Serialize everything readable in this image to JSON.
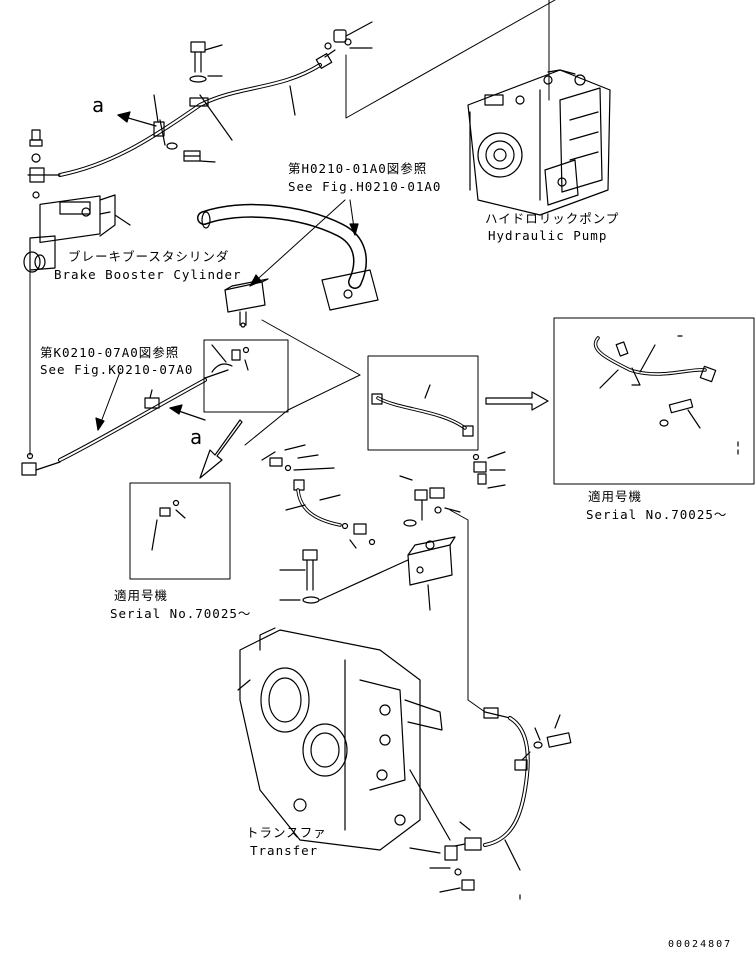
{
  "labels": {
    "ref_h0210_ja": "第H0210-01A0図参照",
    "ref_h0210_en": "See Fig.H0210-01A0",
    "hydraulic_pump_ja": "ハイドロリックポンプ",
    "hydraulic_pump_en": "Hydraulic Pump",
    "brake_booster_ja": "ブレーキブースタシリンダ",
    "brake_booster_en": "Brake Booster Cylinder",
    "ref_k0210_ja": "第K0210-07A0図参照",
    "ref_k0210_en": "See Fig.K0210-07A0",
    "serial_left_ja": "適用号機",
    "serial_left_en": "Serial No.70025～",
    "serial_right_ja": "適用号機",
    "serial_right_en": "Serial No.70025～",
    "transfer_ja": "トランスファ",
    "transfer_en": "Transfer",
    "callout_a_top": "a",
    "callout_a_mid": "a",
    "drawing_number": "00024807"
  },
  "colors": {
    "ink": "#000000",
    "paper": "#ffffff"
  }
}
